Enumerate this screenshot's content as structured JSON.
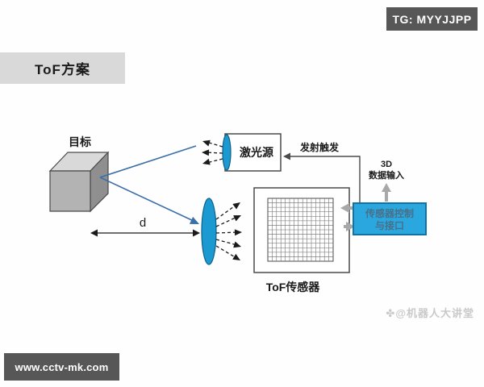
{
  "badges": {
    "telegram": "TG: MYYJJPP",
    "website": "www.cctv-mk.com"
  },
  "title_box": {
    "label": "ToF方案"
  },
  "diagram": {
    "target_label": "目标",
    "laser_label": "激光源",
    "trigger_label": "发射触发",
    "data_input_line1": "3D",
    "data_input_line2": "数据输入",
    "controller_line1": "传感器控制",
    "controller_line2": "与接口",
    "sensor_label": "ToF传感器",
    "distance_label": "d"
  },
  "watermark": {
    "icon": "✤",
    "text": "@机器人大讲堂"
  },
  "colors": {
    "accent-blue": "#1b9ad2",
    "beam-blue": "#3a6fa8",
    "controller-fill": "#2aa7de",
    "controller-border": "#1273a3",
    "controller-text": "#47708a",
    "badge-bg": "#575757",
    "badge-text": "#ffffff",
    "title-bg": "#d9d9d9",
    "gray-arrow": "#a8a8a8",
    "line-dark": "#4a4a4a",
    "watermark": "#c9c9c9"
  }
}
